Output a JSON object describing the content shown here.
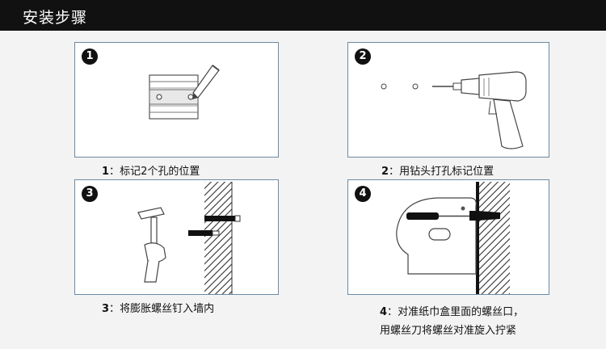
{
  "header": {
    "title": "安装步骤"
  },
  "steps": [
    {
      "badge": "1",
      "num": "1",
      "sep": "：",
      "text": "标记2个孔的位置"
    },
    {
      "badge": "2",
      "num": "2",
      "sep": "：",
      "text": "用钻头打孔标记位置"
    },
    {
      "badge": "3",
      "num": "3",
      "sep": "：",
      "text": "将膨胀螺丝钉入墙内"
    },
    {
      "badge": "4",
      "num": "4",
      "sep": "：",
      "text": "对准纸巾盒里面的螺丝口，",
      "text2": "用螺丝刀将螺丝对准旋入拧紧"
    }
  ],
  "colors": {
    "header_bg": "#111111",
    "panel_border": "#6a8aa5",
    "background": "#f3f3f3"
  }
}
